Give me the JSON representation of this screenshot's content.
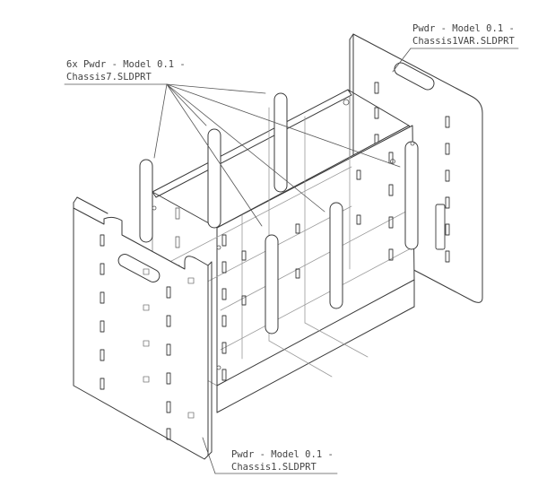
{
  "callouts": {
    "chassis7": {
      "line1": "6x Pwdr - Model 0.1 -",
      "line2": "Chassis7.SLDPRT"
    },
    "chassis1var": {
      "line1": "Pwdr - Model 0.1 -",
      "line2": "Chassis1VAR.SLDPRT"
    },
    "chassis1": {
      "line1": "Pwdr - Model 0.1 -",
      "line2": "Chassis1.SLDPRT"
    }
  },
  "colors": {
    "line": "#3a3a3a",
    "faint": "#9a9a9a",
    "leader": "#555555",
    "background": "#ffffff"
  }
}
